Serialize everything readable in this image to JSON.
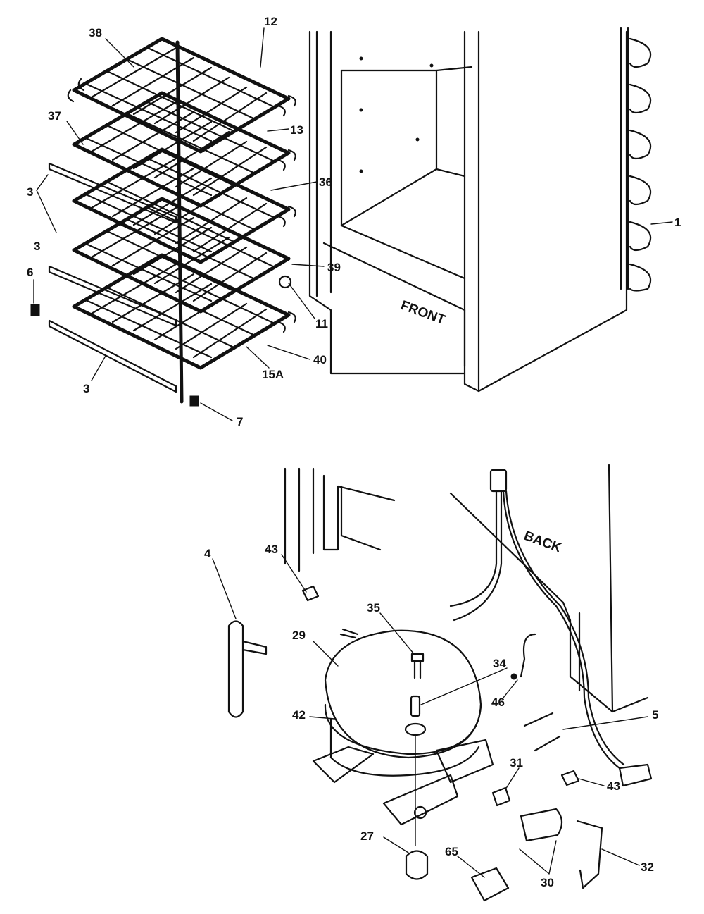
{
  "diagram": {
    "words": {
      "front": "FRONT",
      "back": "BACK"
    },
    "callouts": [
      {
        "id": "c38",
        "text": "38"
      },
      {
        "id": "c12",
        "text": "12"
      },
      {
        "id": "c37",
        "text": "37"
      },
      {
        "id": "c13",
        "text": "13"
      },
      {
        "id": "c36",
        "text": "36"
      },
      {
        "id": "c1",
        "text": "1"
      },
      {
        "id": "c3a",
        "text": "3"
      },
      {
        "id": "c3b",
        "text": "3"
      },
      {
        "id": "c39",
        "text": "39"
      },
      {
        "id": "c6",
        "text": "6"
      },
      {
        "id": "c11",
        "text": "11"
      },
      {
        "id": "c40",
        "text": "40"
      },
      {
        "id": "c15a",
        "text": "15A"
      },
      {
        "id": "c3c",
        "text": "3"
      },
      {
        "id": "c7",
        "text": "7"
      },
      {
        "id": "c4",
        "text": "4"
      },
      {
        "id": "c43a",
        "text": "43"
      },
      {
        "id": "c35",
        "text": "35"
      },
      {
        "id": "c29",
        "text": "29"
      },
      {
        "id": "c34",
        "text": "34"
      },
      {
        "id": "c46",
        "text": "46"
      },
      {
        "id": "c5",
        "text": "5"
      },
      {
        "id": "c42",
        "text": "42"
      },
      {
        "id": "c31",
        "text": "31"
      },
      {
        "id": "c43b",
        "text": "43"
      },
      {
        "id": "c27",
        "text": "27"
      },
      {
        "id": "c65",
        "text": "65"
      },
      {
        "id": "c30",
        "text": "30"
      },
      {
        "id": "c32",
        "text": "32"
      }
    ]
  }
}
